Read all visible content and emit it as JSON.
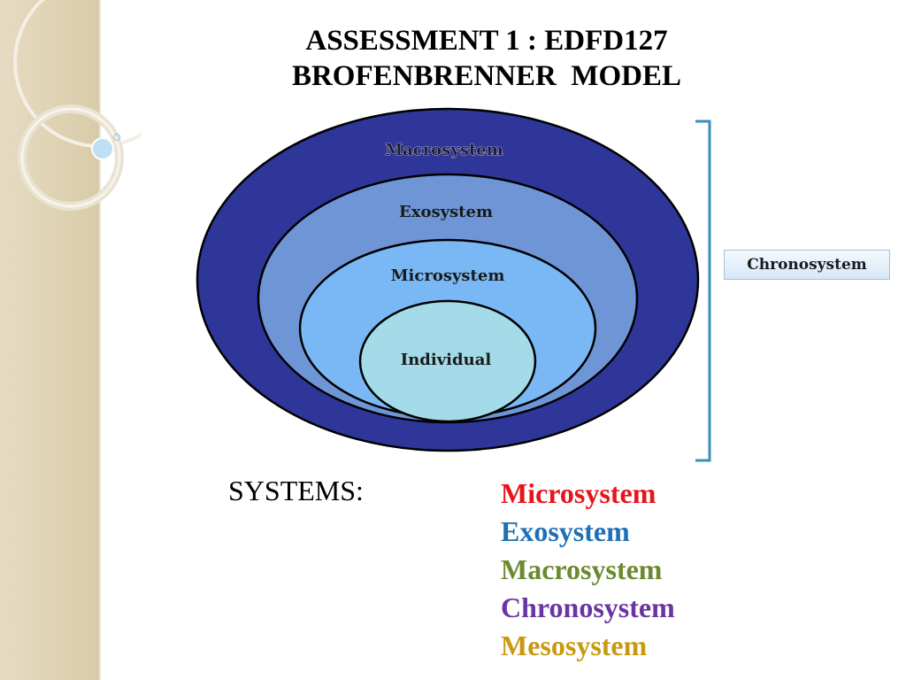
{
  "slide": {
    "title_line1": "ASSESSMENT 1 : EDFD127",
    "title_line2": "BROFENBRENNER  MODEL"
  },
  "diagram": {
    "rings": [
      {
        "label": "Macrosystem",
        "color": "#2e3699"
      },
      {
        "label": "Exosystem",
        "color": "#6e96d6"
      },
      {
        "label": "Microsystem",
        "color": "#7ab8f5"
      },
      {
        "label": "Individual",
        "color": "#a3dbe8"
      }
    ],
    "chronosystem_label": "Chronosystem"
  },
  "systems": {
    "heading": "SYSTEMS:",
    "items": [
      {
        "label": "Microsystem",
        "color": "#e8141c"
      },
      {
        "label": "Exosystem",
        "color": "#1f6fb6"
      },
      {
        "label": "Macrosystem",
        "color": "#6b8a2e"
      },
      {
        "label": "Chronosystem",
        "color": "#6a35a0"
      },
      {
        "label": "Mesosystem",
        "color": "#c89a10"
      }
    ]
  }
}
